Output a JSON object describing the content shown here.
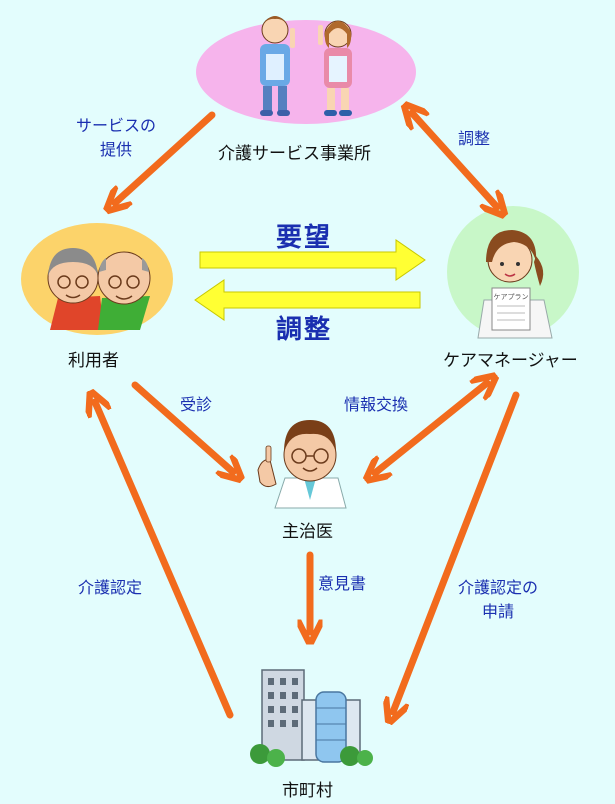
{
  "nodes": {
    "provider": "介護サービス事業所",
    "user": "利用者",
    "care_manager": "ケアマネージャー",
    "doctor": "主治医",
    "municipality": "市町村"
  },
  "edges": {
    "service_provision_l1": "サービスの",
    "service_provision_l2": "提供",
    "adjust_top": "調整",
    "request": "要望",
    "adjust_middle": "調整",
    "consultation": "受診",
    "info_exchange": "情報交換",
    "opinion_letter": "意見書",
    "care_certification": "介護認定",
    "application_l1": "介護認定の",
    "application_l2": "申請"
  },
  "care_plan_sheet_text": "ケアプラン",
  "colors": {
    "background": "#e3fdfd",
    "arrow": "#f26b1d",
    "big_arrow_fill": "#ffff33",
    "label_blue": "#1a2fb0",
    "provider_ellipse": "#f6b4ec",
    "user_ellipse": "#fcd36a",
    "care_manager_ellipse": "#c8f7c8"
  }
}
